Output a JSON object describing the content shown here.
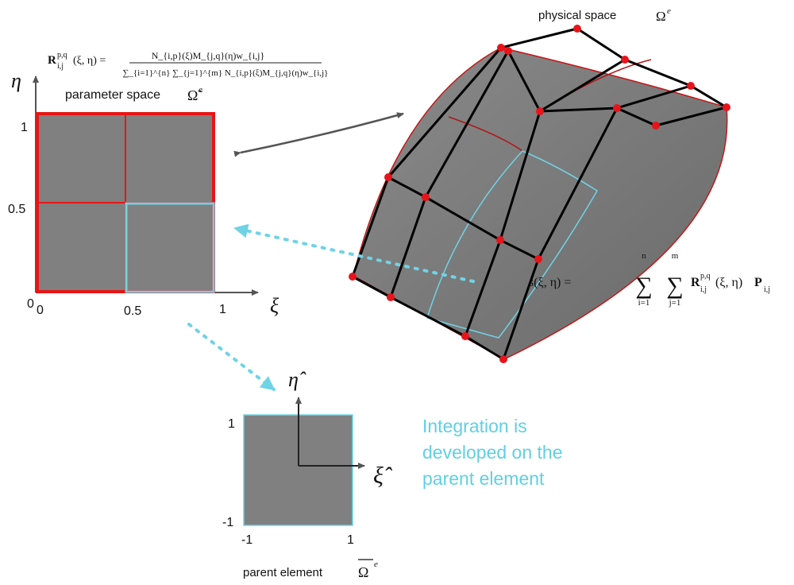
{
  "colors": {
    "element_fill": "#808080",
    "knot_red": "#e81515",
    "highlight_cyan": "#6fd3e6",
    "control_point": "#e8141b",
    "axis": "#555555",
    "note_text": "#5fd0e3"
  },
  "parameter_space": {
    "label": "parameter space",
    "symbol": "Ω̃",
    "symbol_sup": "e",
    "xi_axis": "ξ",
    "eta_axis": "η",
    "x_ticks": [
      "0",
      "0.5",
      "1"
    ],
    "y_ticks": [
      "0",
      "0.5",
      "1"
    ],
    "basis_formula": {
      "lhs": "R",
      "lhs_sup": "p,q",
      "lhs_sub": "i,j",
      "lhs_args": "(ξ, η) =",
      "numerator": "N_{i,p}(ξ)M_{j,q}(η)w_{i,j}",
      "denominator": "∑_{i=1}^{n} ∑_{j=1}^{m} N_{i,p}(ξ)M_{j,q}(η)w_{i,j}"
    }
  },
  "physical_space": {
    "label": "physical space",
    "symbol": "Ω",
    "symbol_sup": "e",
    "surface_formula": {
      "lhs": "s(ξ, η) =",
      "sum1_top": "n",
      "sum1_bottom": "i=1",
      "sum2_top": "m",
      "sum2_bottom": "j=1",
      "basis": "R",
      "basis_sup": "p,q",
      "basis_sub": "i,j",
      "args": "(ξ, η)",
      "point": "P",
      "point_sub": "i,j"
    }
  },
  "parent_element": {
    "label": "parent element",
    "symbol": "Ω",
    "symbol_sup": "e",
    "xi_hat": "ξ̂",
    "eta_hat": "η̂",
    "x_ticks": [
      "-1",
      "1"
    ],
    "y_ticks": [
      "1",
      "-1"
    ]
  },
  "note": {
    "lines": [
      "Integration is",
      "developed on the",
      "parent element"
    ]
  }
}
